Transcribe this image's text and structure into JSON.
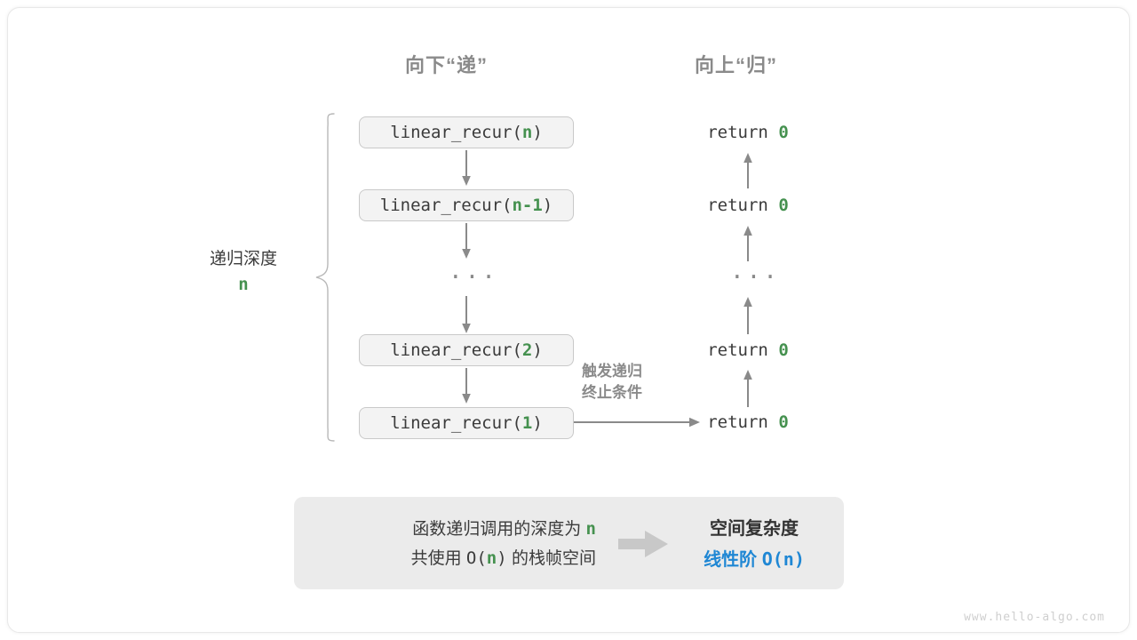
{
  "diagram": {
    "title_down": "向下“递”",
    "title_up": "向上“归”",
    "depth_label": {
      "text": "递归深度",
      "value": "n"
    },
    "trigger_label": {
      "line1": "触发递归",
      "line2": "终止条件"
    },
    "call_stack": [
      {
        "prefix": "linear_recur(",
        "arg": "n",
        "suffix": ")"
      },
      {
        "prefix": "linear_recur(",
        "arg": "n-1",
        "suffix": ")"
      },
      {
        "ellipsis": "···"
      },
      {
        "prefix": "linear_recur(",
        "arg": "2",
        "suffix": ")"
      },
      {
        "prefix": "linear_recur(",
        "arg": "1",
        "suffix": ")"
      }
    ],
    "returns": [
      {
        "keyword": "return",
        "value": "0"
      },
      {
        "keyword": "return",
        "value": "0"
      },
      {
        "ellipsis": "···"
      },
      {
        "keyword": "return",
        "value": "0"
      },
      {
        "keyword": "return",
        "value": "0"
      }
    ]
  },
  "summary": {
    "line1_a": "函数递归调用的深度为",
    "line1_n": "n",
    "line2_a": "共使用",
    "line2_o": "O(",
    "line2_n": "n",
    "line2_c": ")",
    "line2_b": "的栈帧空间",
    "conclusion_title": "空间复杂度",
    "conclusion_value_label": "线性阶",
    "conclusion_value_o": "O(",
    "conclusion_value_n": "n",
    "conclusion_value_c": ")",
    "arrow_icon": "right-block-arrow-icon"
  },
  "watermark": "www.hello-algo.com",
  "colors": {
    "green": "#45914f",
    "blue": "#1f87d4",
    "gray_text": "#8a8a8a",
    "box_fill": "#f3f3f3",
    "box_border": "#c9c9c9",
    "panel_fill": "#ebebeb",
    "arrow": "#8a8a8a"
  }
}
